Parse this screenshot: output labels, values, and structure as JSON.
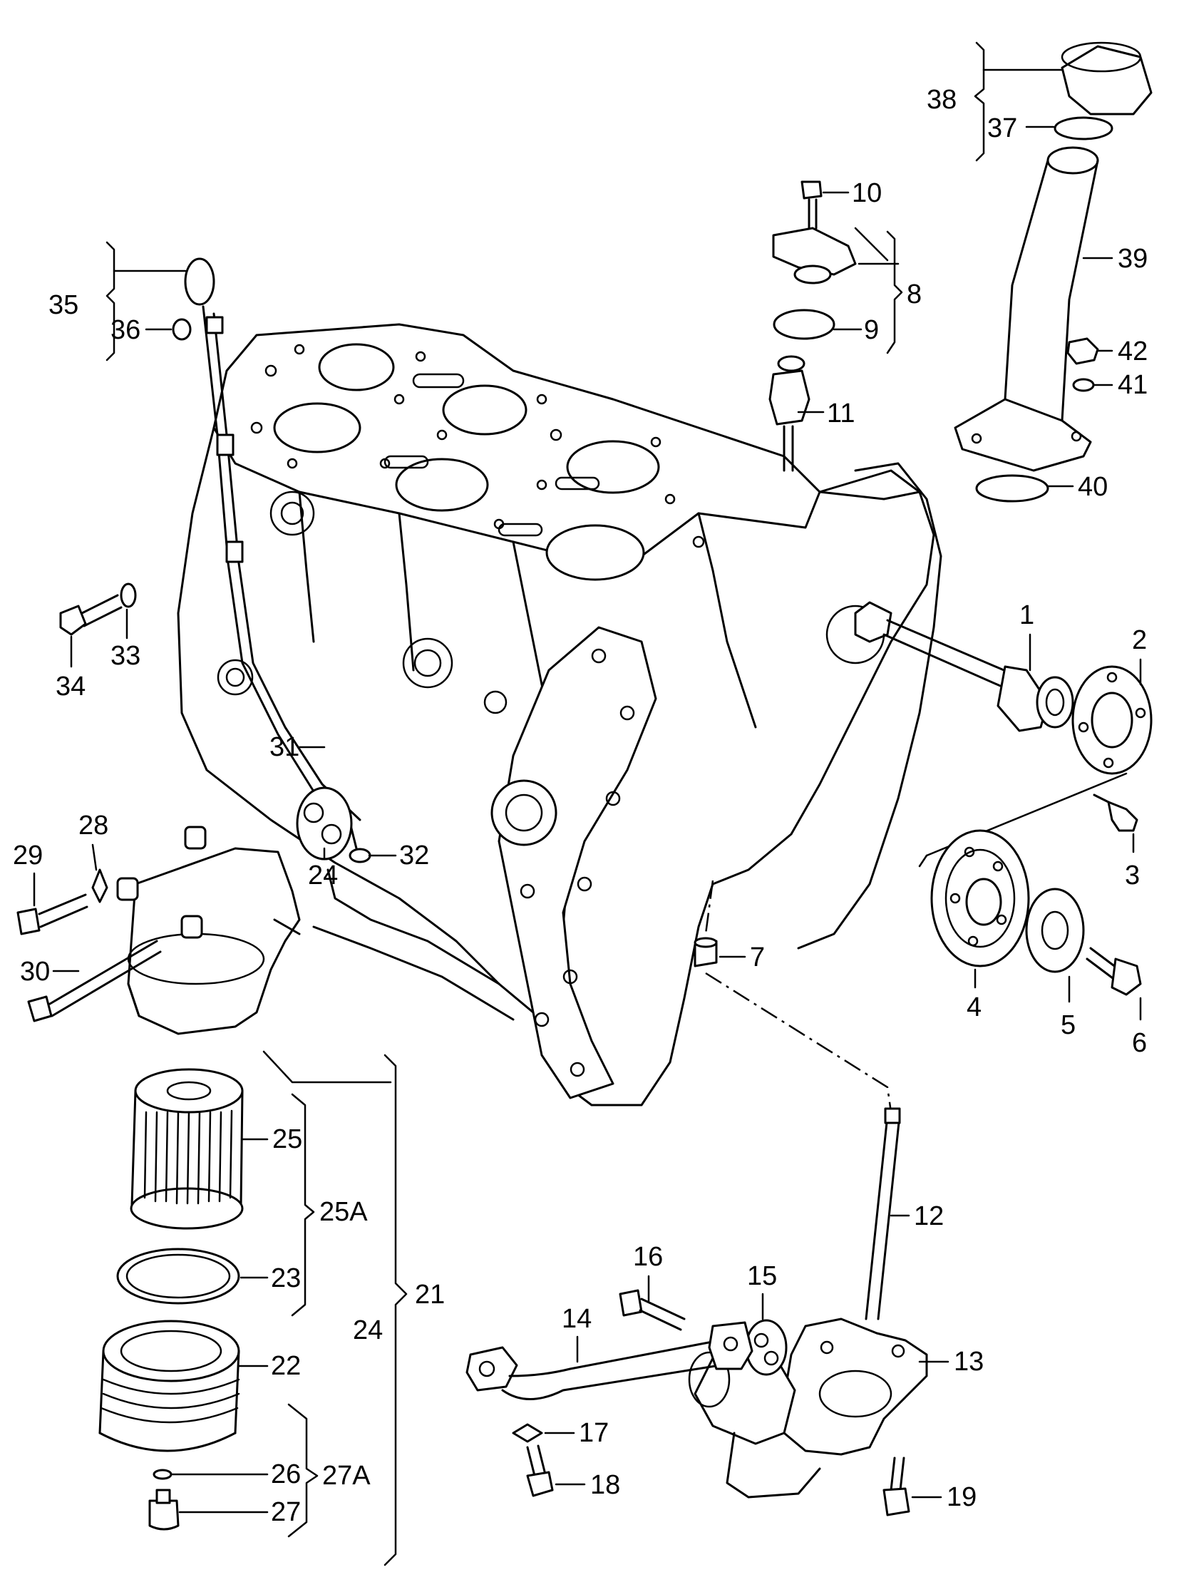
{
  "diagram": {
    "callouts": [
      {
        "id": "1",
        "text": "1"
      },
      {
        "id": "2",
        "text": "2"
      },
      {
        "id": "3",
        "text": "3"
      },
      {
        "id": "4",
        "text": "4"
      },
      {
        "id": "5",
        "text": "5"
      },
      {
        "id": "6",
        "text": "6"
      },
      {
        "id": "7",
        "text": "7"
      },
      {
        "id": "8",
        "text": "8"
      },
      {
        "id": "9",
        "text": "9"
      },
      {
        "id": "10",
        "text": "10"
      },
      {
        "id": "11",
        "text": "11"
      },
      {
        "id": "12",
        "text": "12"
      },
      {
        "id": "13",
        "text": "13"
      },
      {
        "id": "14",
        "text": "14"
      },
      {
        "id": "15",
        "text": "15"
      },
      {
        "id": "16",
        "text": "16"
      },
      {
        "id": "17",
        "text": "17"
      },
      {
        "id": "18",
        "text": "18"
      },
      {
        "id": "19",
        "text": "19"
      },
      {
        "id": "21",
        "text": "21"
      },
      {
        "id": "22",
        "text": "22"
      },
      {
        "id": "23",
        "text": "23"
      },
      {
        "id": "24a",
        "text": "24"
      },
      {
        "id": "24b",
        "text": "24"
      },
      {
        "id": "25",
        "text": "25"
      },
      {
        "id": "25A",
        "text": "25A"
      },
      {
        "id": "26",
        "text": "26"
      },
      {
        "id": "27",
        "text": "27"
      },
      {
        "id": "27A",
        "text": "27A"
      },
      {
        "id": "28",
        "text": "28"
      },
      {
        "id": "29",
        "text": "29"
      },
      {
        "id": "30",
        "text": "30"
      },
      {
        "id": "31",
        "text": "31"
      },
      {
        "id": "32",
        "text": "32"
      },
      {
        "id": "33",
        "text": "33"
      },
      {
        "id": "34",
        "text": "34"
      },
      {
        "id": "35",
        "text": "35"
      },
      {
        "id": "36",
        "text": "36"
      },
      {
        "id": "37",
        "text": "37"
      },
      {
        "id": "38",
        "text": "38"
      },
      {
        "id": "39",
        "text": "39"
      },
      {
        "id": "40",
        "text": "40"
      },
      {
        "id": "41",
        "text": "41"
      },
      {
        "id": "42",
        "text": "42"
      }
    ]
  }
}
